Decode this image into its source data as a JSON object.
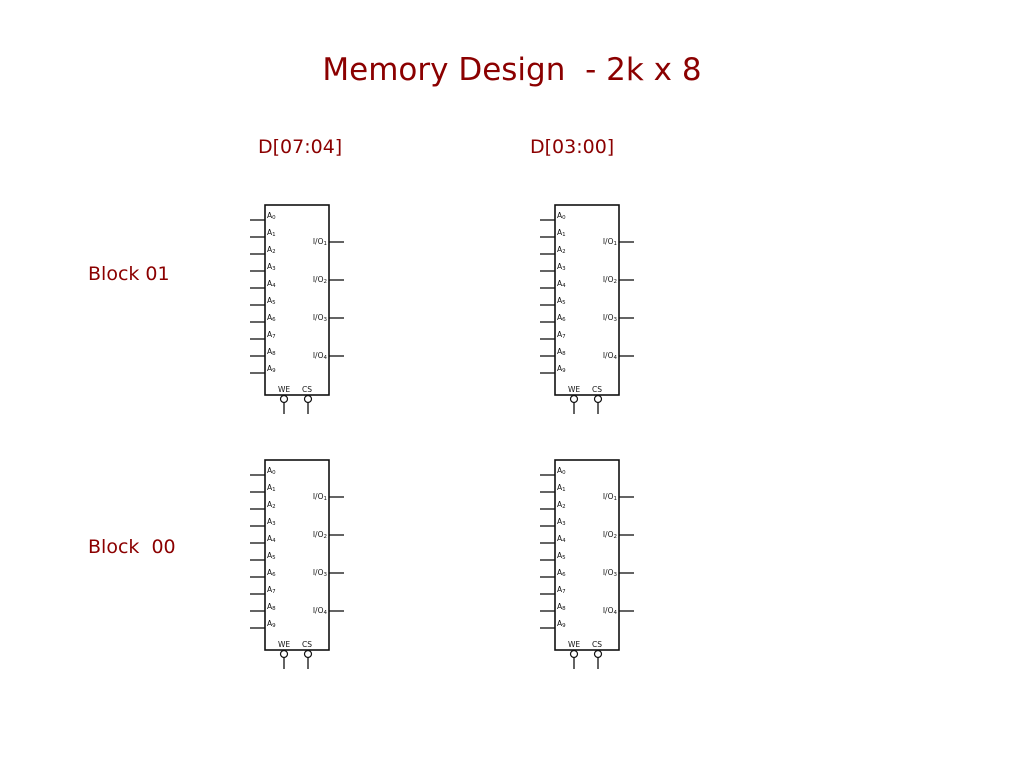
{
  "slide": {
    "title": "Memory Design  - 2k x 8"
  },
  "columns": [
    {
      "label": "D[07:04]"
    },
    {
      "label": "D[03:00]"
    }
  ],
  "rows": [
    {
      "label": "Block 01"
    },
    {
      "label": "Block  00"
    }
  ],
  "chip": {
    "address_pins": [
      {
        "name": "A",
        "sub": "0"
      },
      {
        "name": "A",
        "sub": "1"
      },
      {
        "name": "A",
        "sub": "2"
      },
      {
        "name": "A",
        "sub": "3"
      },
      {
        "name": "A",
        "sub": "4"
      },
      {
        "name": "A",
        "sub": "5"
      },
      {
        "name": "A",
        "sub": "6"
      },
      {
        "name": "A",
        "sub": "7"
      },
      {
        "name": "A",
        "sub": "8"
      },
      {
        "name": "A",
        "sub": "9"
      }
    ],
    "io_pins": [
      {
        "name": "I/O",
        "sub": "1"
      },
      {
        "name": "I/O",
        "sub": "2"
      },
      {
        "name": "I/O",
        "sub": "3"
      },
      {
        "name": "I/O",
        "sub": "4"
      }
    ],
    "control_pins": [
      {
        "name": "WE"
      },
      {
        "name": "CS"
      }
    ]
  },
  "colors": {
    "heading": "#8b0000",
    "line": "#111111"
  }
}
